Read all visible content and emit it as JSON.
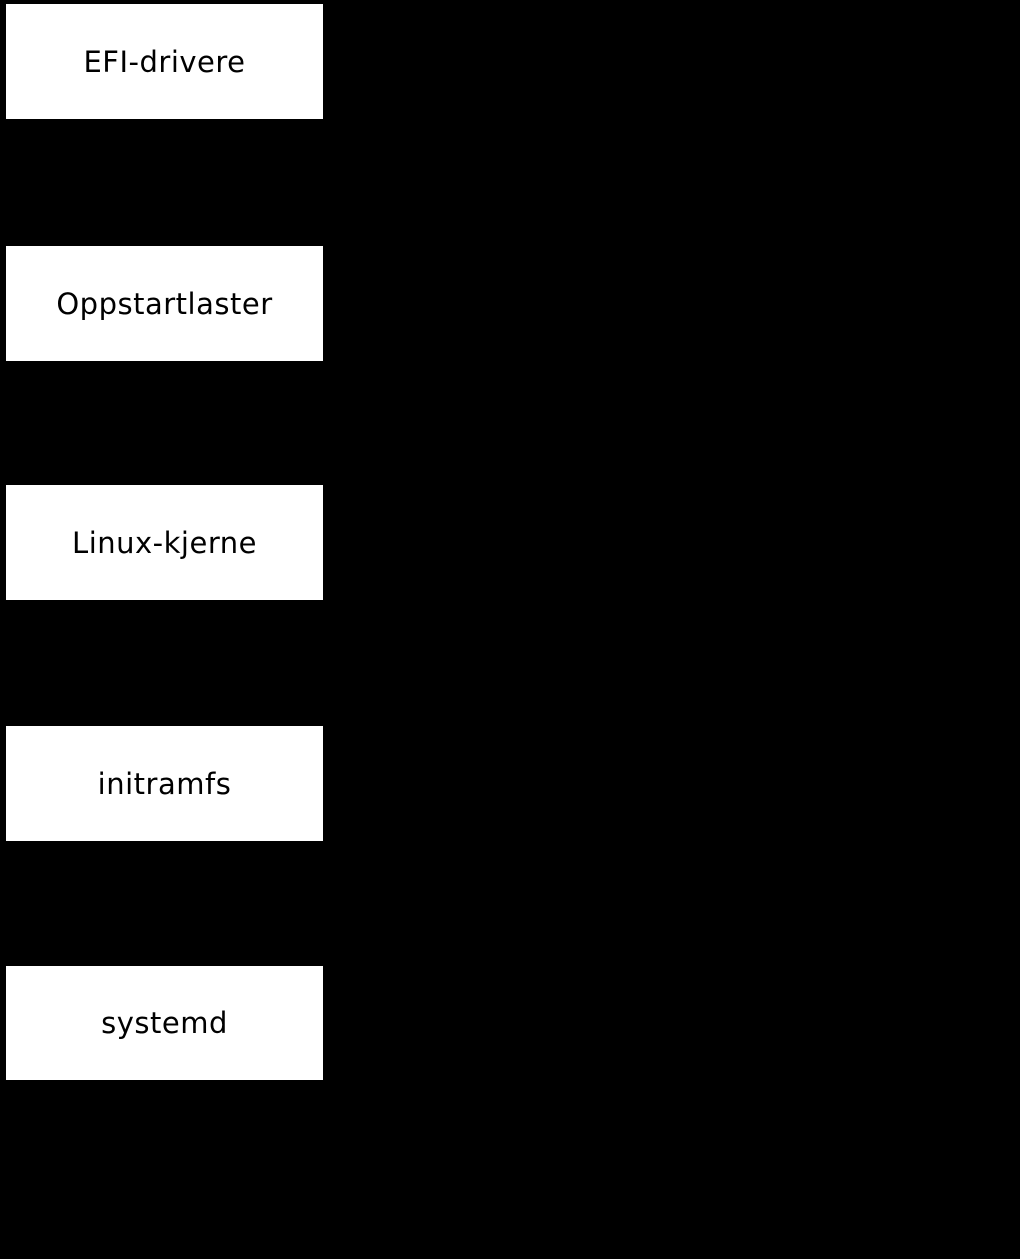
{
  "diagram": {
    "title": "boot-sequence-flowchart",
    "background_color": "#000000",
    "node_fill_color": "#ffffff",
    "node_text_color": "#000000",
    "nodes": [
      {
        "id": "efi-drivere",
        "label": "EFI-drivere"
      },
      {
        "id": "oppstartlaster",
        "label": "Oppstartlaster"
      },
      {
        "id": "linux-kjerne",
        "label": "Linux-kjerne"
      },
      {
        "id": "initramfs",
        "label": "initramfs"
      },
      {
        "id": "systemd",
        "label": "systemd"
      }
    ]
  }
}
